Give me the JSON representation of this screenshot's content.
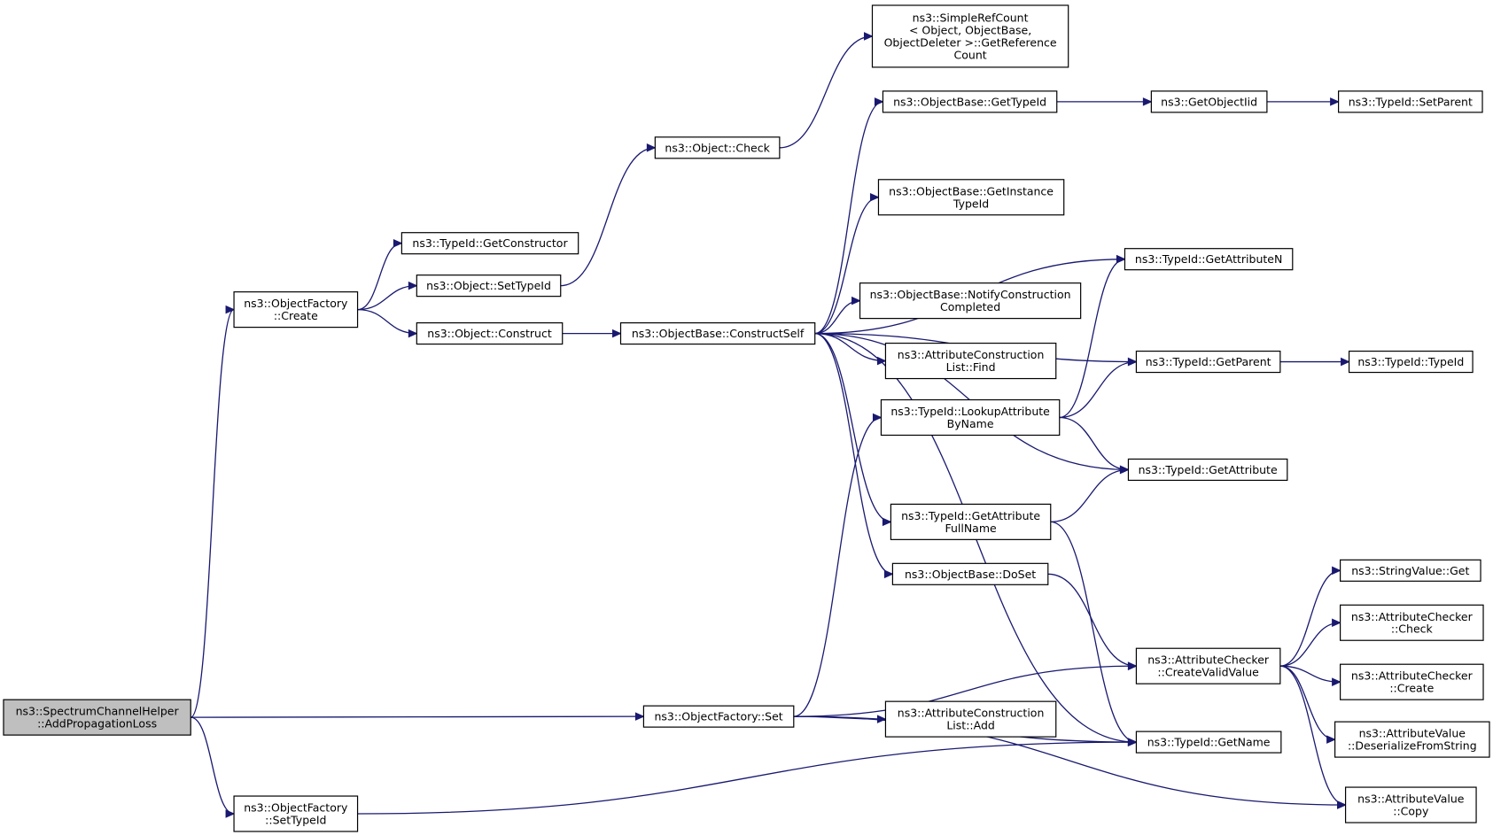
{
  "graph": {
    "nodes": [
      {
        "id": "root",
        "lines": [
          "ns3::SpectrumChannelHelper",
          "::AddPropagationLoss"
        ]
      },
      {
        "id": "of_create",
        "lines": [
          "ns3::ObjectFactory",
          "::Create"
        ]
      },
      {
        "id": "tid_getctor",
        "lines": [
          "ns3::TypeId::GetConstructor"
        ]
      },
      {
        "id": "obj_settypeid",
        "lines": [
          "ns3::Object::SetTypeId"
        ]
      },
      {
        "id": "obj_construct",
        "lines": [
          "ns3::Object::Construct"
        ]
      },
      {
        "id": "obj_check",
        "lines": [
          "ns3::Object::Check"
        ]
      },
      {
        "id": "simplerefcount",
        "lines": [
          "ns3::SimpleRefCount",
          "< Object, ObjectBase,",
          "ObjectDeleter >::GetReference",
          "Count"
        ]
      },
      {
        "id": "ob_gettypeid",
        "lines": [
          "ns3::ObjectBase::GetTypeId"
        ]
      },
      {
        "id": "getobjectiid",
        "lines": [
          "ns3::GetObjectIid"
        ]
      },
      {
        "id": "tid_setparent",
        "lines": [
          "ns3::TypeId::SetParent"
        ]
      },
      {
        "id": "ob_getinstance",
        "lines": [
          "ns3::ObjectBase::GetInstance",
          "TypeId"
        ]
      },
      {
        "id": "tid_getattrn",
        "lines": [
          "ns3::TypeId::GetAttributeN"
        ]
      },
      {
        "id": "ob_constructself",
        "lines": [
          "ns3::ObjectBase::ConstructSelf"
        ]
      },
      {
        "id": "ob_notify",
        "lines": [
          "ns3::ObjectBase::NotifyConstruction",
          "Completed"
        ]
      },
      {
        "id": "acl_find",
        "lines": [
          "ns3::AttributeConstruction",
          "List::Find"
        ]
      },
      {
        "id": "tid_getparent",
        "lines": [
          "ns3::TypeId::GetParent"
        ]
      },
      {
        "id": "tid_typeid",
        "lines": [
          "ns3::TypeId::TypeId"
        ]
      },
      {
        "id": "tid_lookup",
        "lines": [
          "ns3::TypeId::LookupAttribute",
          "ByName"
        ]
      },
      {
        "id": "tid_getattr",
        "lines": [
          "ns3::TypeId::GetAttribute"
        ]
      },
      {
        "id": "tid_getattrfull",
        "lines": [
          "ns3::TypeId::GetAttribute",
          "FullName"
        ]
      },
      {
        "id": "ob_doset",
        "lines": [
          "ns3::ObjectBase::DoSet"
        ]
      },
      {
        "id": "stringvalue_get",
        "lines": [
          "ns3::StringValue::Get"
        ]
      },
      {
        "id": "ac_check",
        "lines": [
          "ns3::AttributeChecker",
          "::Check"
        ]
      },
      {
        "id": "ac_createvalid",
        "lines": [
          "ns3::AttributeChecker",
          "::CreateValidValue"
        ]
      },
      {
        "id": "ac_create",
        "lines": [
          "ns3::AttributeChecker",
          "::Create"
        ]
      },
      {
        "id": "of_set",
        "lines": [
          "ns3::ObjectFactory::Set"
        ]
      },
      {
        "id": "acl_add",
        "lines": [
          "ns3::AttributeConstruction",
          "List::Add"
        ]
      },
      {
        "id": "av_deserialize",
        "lines": [
          "ns3::AttributeValue",
          "::DeserializeFromString"
        ]
      },
      {
        "id": "tid_getname",
        "lines": [
          "ns3::TypeId::GetName"
        ]
      },
      {
        "id": "of_settypeid",
        "lines": [
          "ns3::ObjectFactory",
          "::SetTypeId"
        ]
      },
      {
        "id": "av_copy",
        "lines": [
          "ns3::AttributeValue",
          "::Copy"
        ]
      }
    ],
    "edges": [
      [
        "root",
        "of_create"
      ],
      [
        "root",
        "of_set"
      ],
      [
        "root",
        "of_settypeid"
      ],
      [
        "of_create",
        "tid_getctor"
      ],
      [
        "of_create",
        "obj_settypeid"
      ],
      [
        "of_create",
        "obj_construct"
      ],
      [
        "obj_settypeid",
        "obj_check"
      ],
      [
        "obj_check",
        "simplerefcount"
      ],
      [
        "obj_construct",
        "ob_constructself"
      ],
      [
        "ob_constructself",
        "ob_gettypeid"
      ],
      [
        "ob_gettypeid",
        "getobjectiid"
      ],
      [
        "getobjectiid",
        "tid_setparent"
      ],
      [
        "ob_constructself",
        "tid_getattrn"
      ],
      [
        "ob_constructself",
        "ob_getinstance"
      ],
      [
        "ob_constructself",
        "tid_getparent"
      ],
      [
        "ob_constructself",
        "ob_notify"
      ],
      [
        "ob_constructself",
        "acl_find"
      ],
      [
        "ob_constructself",
        "tid_getattr"
      ],
      [
        "ob_constructself",
        "tid_getattrfull"
      ],
      [
        "ob_constructself",
        "ob_doset"
      ],
      [
        "ob_constructself",
        "tid_getname"
      ],
      [
        "tid_getparent",
        "tid_typeid"
      ],
      [
        "tid_lookup",
        "tid_getattrn"
      ],
      [
        "tid_lookup",
        "tid_getparent"
      ],
      [
        "tid_lookup",
        "tid_getattr"
      ],
      [
        "tid_getattrfull",
        "tid_getattr"
      ],
      [
        "tid_getattrfull",
        "tid_getname"
      ],
      [
        "ob_doset",
        "ac_createvalid"
      ],
      [
        "ac_createvalid",
        "stringvalue_get"
      ],
      [
        "ac_createvalid",
        "ac_check"
      ],
      [
        "ac_createvalid",
        "ac_create"
      ],
      [
        "ac_createvalid",
        "av_deserialize"
      ],
      [
        "ac_createvalid",
        "av_copy"
      ],
      [
        "of_set",
        "tid_lookup"
      ],
      [
        "of_set",
        "ac_createvalid"
      ],
      [
        "of_set",
        "acl_add"
      ],
      [
        "of_set",
        "tid_getname"
      ],
      [
        "of_set",
        "av_copy"
      ],
      [
        "of_settypeid",
        "tid_getname"
      ]
    ]
  }
}
